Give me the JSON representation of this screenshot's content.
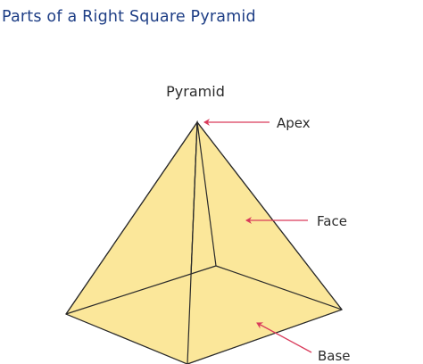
{
  "title": "Parts of a Right Square Pyramid",
  "diagram": {
    "heading": "Pyramid",
    "labels": {
      "apex": "Apex",
      "face": "Face",
      "base": "Base"
    },
    "colors": {
      "title": "#1f3f86",
      "fill": "#fbe79a",
      "stroke": "#2a2a2a",
      "arrow": "#d93b5b"
    }
  }
}
